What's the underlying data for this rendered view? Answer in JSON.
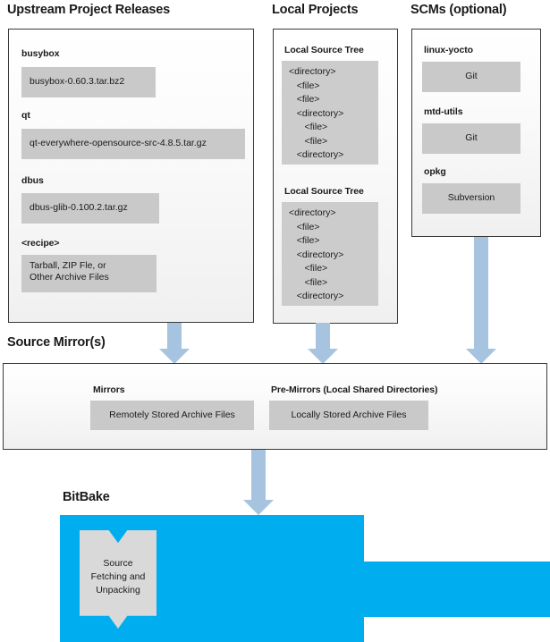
{
  "colors": {
    "arrow": "#a6c4e0",
    "bitbake_blue": "#00ADEE",
    "chip_grey": "#c9c9c9",
    "panel_border": "#3a3a3a"
  },
  "sections": {
    "upstream": {
      "title": "Upstream Project Releases",
      "items": [
        {
          "label": "busybox",
          "value": "busybox-0.60.3.tar.bz2"
        },
        {
          "label": "qt",
          "value": "qt-everywhere-opensource-src-4.8.5.tar.gz"
        },
        {
          "label": "dbus",
          "value": "dbus-glib-0.100.2.tar.gz"
        },
        {
          "label": "<recipe>",
          "value": "Tarball, ZIP Fle, or\nOther Archive Files"
        }
      ]
    },
    "local_projects": {
      "title": "Local Projects",
      "items": [
        {
          "label": "Local Source Tree",
          "tree": "<directory>\n   <file>\n   <file>\n   <directory>\n      <file>\n      <file>\n   <directory>"
        },
        {
          "label": "Local Source Tree",
          "tree": "<directory>\n   <file>\n   <file>\n   <directory>\n      <file>\n      <file>\n   <directory>"
        }
      ]
    },
    "scms": {
      "title": "SCMs (optional)",
      "items": [
        {
          "label": "linux-yocto",
          "value": "Git"
        },
        {
          "label": "mtd-utils",
          "value": "Git"
        },
        {
          "label": "opkg",
          "value": "Subversion"
        }
      ]
    },
    "source_mirrors": {
      "title": "Source Mirror(s)",
      "items": [
        {
          "label": "Mirrors",
          "value": "Remotely Stored Archive Files"
        },
        {
          "label": "Pre-Mirrors (Local Shared Directories)",
          "value": "Locally Stored Archive Files"
        }
      ]
    },
    "bitbake": {
      "title": "BitBake",
      "task": "Source\nFetching and\nUnpacking"
    }
  }
}
